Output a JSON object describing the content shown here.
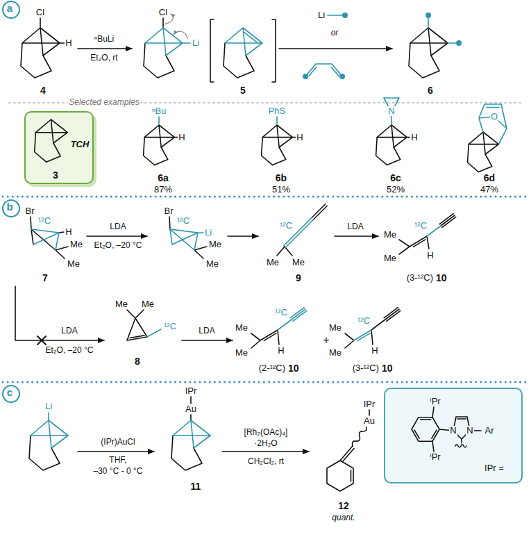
{
  "diagram": {
    "nodes": [
      {
        "text": [
          "a"
        ]
      },
      {
        "text": [
          "TCH",
          "3"
        ]
      },
      {
        "text": [
          "b"
        ]
      },
      {
        "text": [
          "c"
        ]
      },
      {
        "text": [
          "ⁱPr",
          "N",
          "N",
          "Ar",
          "ⁱPr",
          "IPr ="
        ]
      }
    ],
    "labels": [
      "Cl",
      "H",
      "ⁿBuLi",
      "Et₂O, rt",
      "4",
      "Cl",
      "Li",
      "5",
      "Li",
      "or",
      "6",
      "Selected examples",
      "ⁿBu",
      "H",
      "6a",
      "87%",
      "PhS",
      "H",
      "6b",
      "51%",
      "N",
      "H",
      "6c",
      "52%",
      "O",
      "6d",
      "47%",
      "Br",
      "¹²C",
      "H",
      "Me",
      "Me",
      "7",
      "LDA",
      "Et₂O, –20 °C",
      "Br",
      "¹²C",
      "Li",
      "Me",
      "Me",
      "¹²C",
      "Me",
      "Me",
      "9",
      "LDA",
      "Me",
      "¹²C",
      "Me",
      "H",
      "(3-¹²C)",
      "10",
      "LDA",
      "Et₂O, –20 °C",
      "Me",
      "Me",
      "¹²C",
      "8",
      "LDA",
      "Me",
      "¹²C",
      "Me",
      "H",
      "(2-¹²C)",
      "10",
      "+",
      "Me",
      "¹²C",
      "Me",
      "H",
      "(3-¹²C)",
      "10",
      "Li",
      "(IPr)AuCl",
      "THF,",
      "–30 °C - 0 °C",
      "IPr",
      "Au",
      "11",
      "[Rh₂(OAc)₄]",
      "·2H₂O",
      "CH₂Cl₂, rt",
      "IPr",
      "Au",
      "12",
      "quant."
    ]
  }
}
